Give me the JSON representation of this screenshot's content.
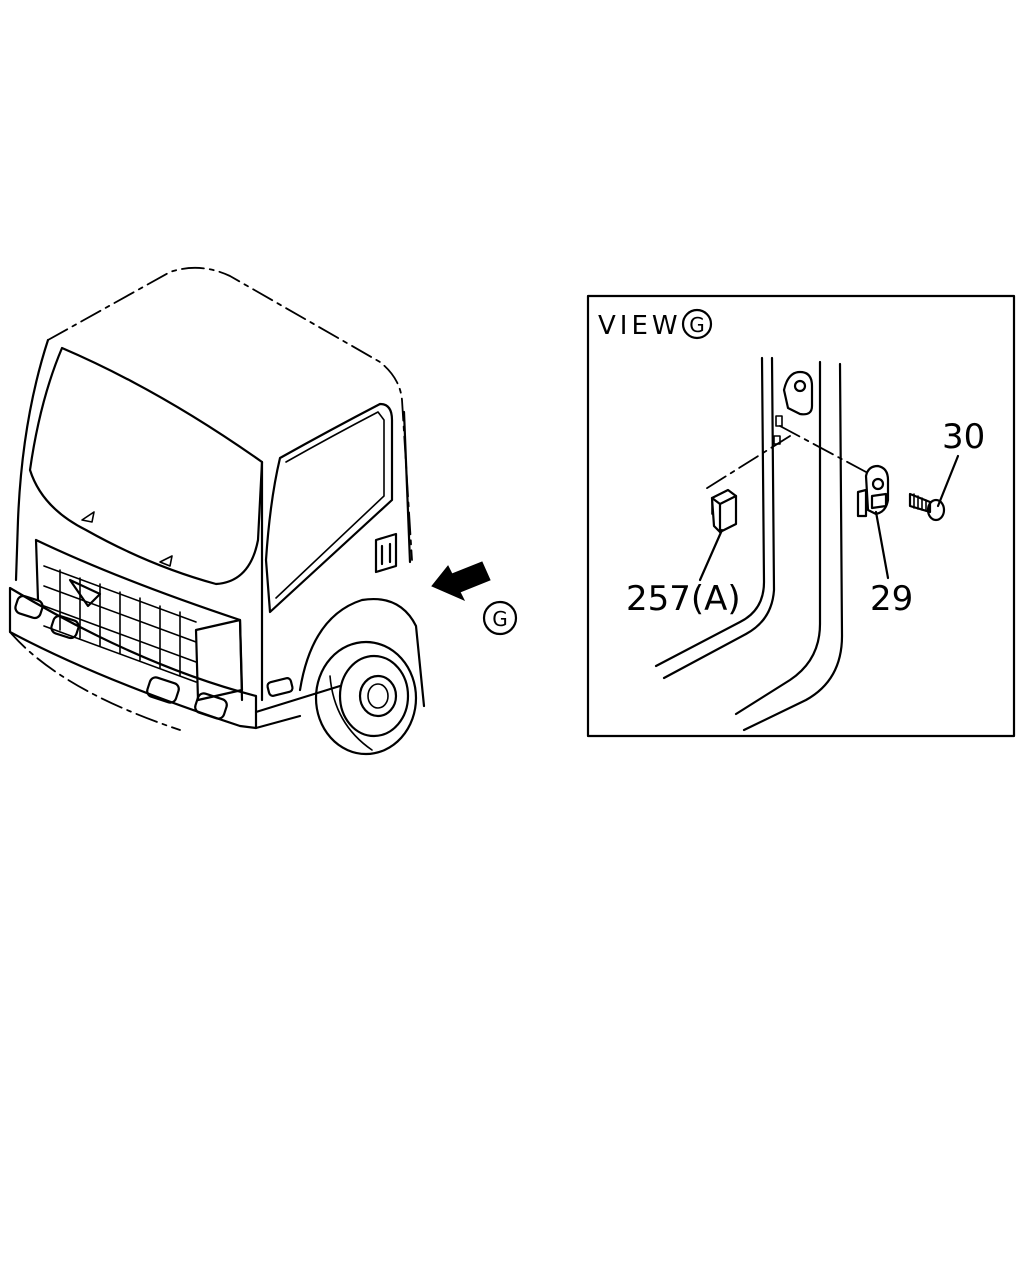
{
  "view_label": {
    "prefix": "VIEW",
    "letter": "G"
  },
  "arrow_marker": {
    "letter": "G"
  },
  "callouts": {
    "part_30": "30",
    "part_29": "29",
    "part_257a": "257(A)"
  }
}
